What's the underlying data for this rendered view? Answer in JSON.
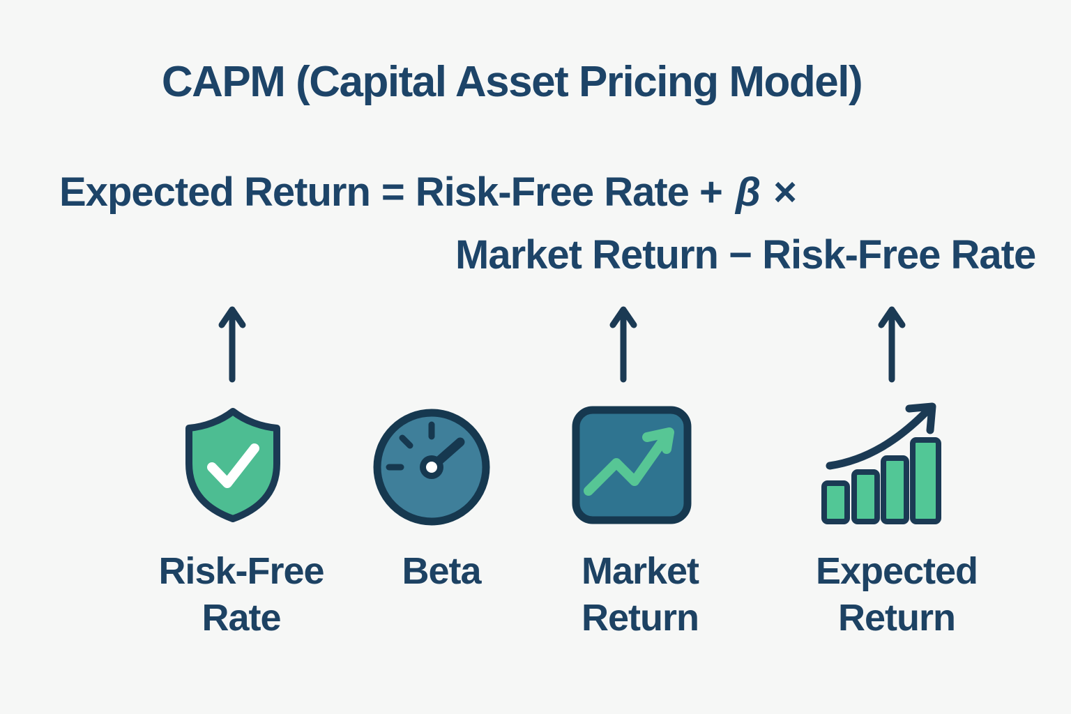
{
  "title": "CAPM (Capital Asset Pricing Model)",
  "formula": {
    "line1": {
      "lhs": "Expected Return",
      "equals": "=",
      "rhs": "Risk-Free Rate +",
      "beta": "β",
      "times": "×"
    },
    "line2": "Market Return − Risk-Free Rate"
  },
  "components": [
    {
      "icon": "shield-check-icon",
      "label_line1": "Risk-Free",
      "label_line2": "Rate",
      "has_arrow": true
    },
    {
      "icon": "gauge-icon",
      "label_line1": "Beta",
      "label_line2": "",
      "has_arrow": false
    },
    {
      "icon": "trend-chart-icon",
      "label_line1": "Market",
      "label_line2": "Return",
      "has_arrow": true
    },
    {
      "icon": "bar-growth-icon",
      "label_line1": "Expected",
      "label_line2": "Return",
      "has_arrow": true
    }
  ],
  "colors": {
    "background": "#f6f7f6",
    "text_navy": "#1d4468",
    "icon_outline_navy": "#16384f",
    "shield_green": "#4dbd92",
    "bar_green": "#52c796",
    "trend_green": "#57c695",
    "gauge_fill": "#3f7f9a",
    "square_fill": "#2f7490",
    "check_white": "#ffffff"
  }
}
